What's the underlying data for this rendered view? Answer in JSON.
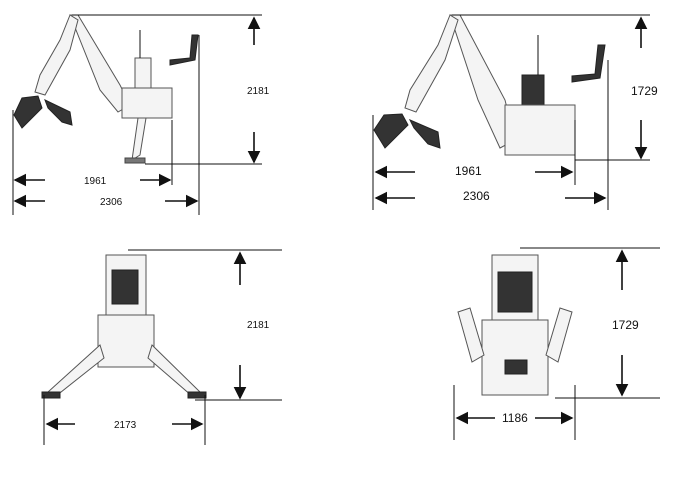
{
  "views": {
    "side_small": {
      "height_label": "2181",
      "reach_label": "1961",
      "length_label": "2306"
    },
    "side_large": {
      "height_label": "1729",
      "reach_label": "1961",
      "length_label": "2306"
    },
    "rear_small": {
      "height_label": "2181",
      "width_label": "2173"
    },
    "rear_large": {
      "height_label": "1729",
      "width_label": "1186"
    }
  }
}
